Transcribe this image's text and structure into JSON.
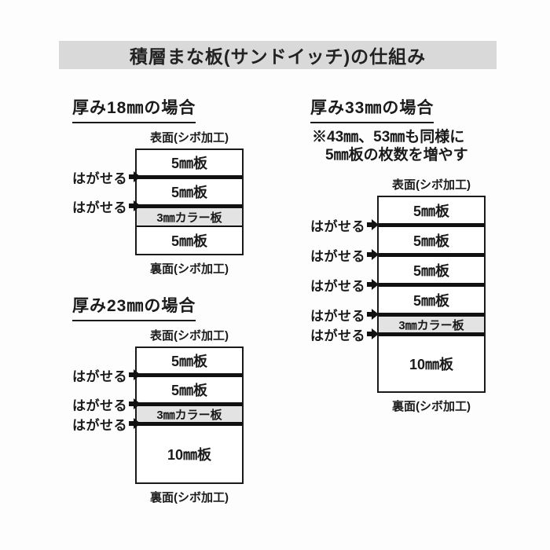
{
  "title": "積層まな板(サンドイッチ)の仕組み",
  "labels": {
    "peel": "はがせる",
    "front": "表面(シボ加工)",
    "back": "裏面(シボ加工)"
  },
  "diagrams": [
    {
      "heading": "厚み18㎜の場合",
      "layers": [
        "5㎜板",
        "5㎜板",
        "3㎜カラー板",
        "5㎜板"
      ],
      "peel_points": 2
    },
    {
      "heading": "厚み23㎜の場合",
      "layers": [
        "5㎜板",
        "5㎜板",
        "3㎜カラー板",
        "10㎜板"
      ],
      "peel_points": 3
    },
    {
      "heading": "厚み33㎜の場合",
      "note_line1": "※43㎜、53㎜も同様に",
      "note_line2": "5㎜板の枚数を増やす",
      "layers": [
        "5㎜板",
        "5㎜板",
        "5㎜板",
        "5㎜板",
        "3㎜カラー板",
        "10㎜板"
      ],
      "peel_points": 5
    }
  ],
  "colors": {
    "title_bg": "#d9d9d9",
    "color_layer_bg": "#e3e3e3",
    "line": "#111111"
  }
}
